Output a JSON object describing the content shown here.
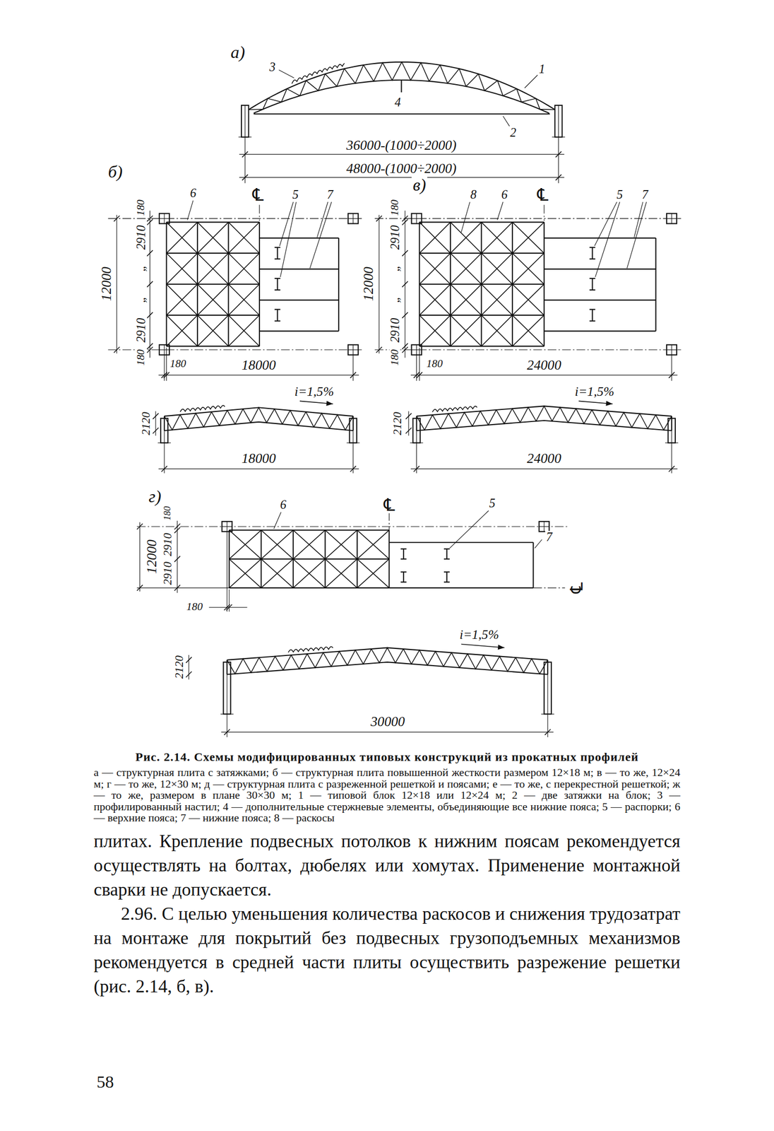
{
  "diagram": {
    "caption": "Рис. 2.14. Схемы модифицированных типовых конструкций из прокатных профилей",
    "labels": [
      "а)",
      "3",
      "1",
      "4",
      "2",
      "36000-(1000÷2000)",
      "48000-(1000÷2000)",
      "б)",
      "6",
      "℄",
      "5",
      "7",
      "180",
      "2910",
      "„",
      "„",
      "2910",
      "180",
      "12000",
      "180",
      "18000",
      "i=1,5%",
      "2120",
      "18000",
      "в)",
      "8",
      "6",
      "℄",
      "5",
      "7",
      "180",
      "2910",
      "„",
      "„",
      "2910",
      "180",
      "12000",
      "180",
      "24000",
      "i=1,5%",
      "2120",
      "24000",
      "г)",
      "180",
      "2910",
      "2910",
      "12000",
      "6",
      "℄",
      "5",
      "7",
      "℄",
      "180",
      "i=1,5%",
      "2120",
      "30000",
      "а — структурная плита с затяжками; б — структурная плита повышенной жесткости размером 12×18 м; в — то же, 12×24 м; г — то же, 12×30 м; д — структурная плита с разреженной решеткой и поясами; е — то же, с перекрестной решеткой; ж — то же, размером в плане 30×30 м; 1 — типовой блок 12×18 или 12×24 м; 2 — две затяжки на блок; 3 — профилированный настил; 4 — дополнительные стержневые элементы, объединяющие все нижние пояса; 5 — распорки; 6 — верхние пояса; 7 — нижние пояса; 8 — раскосы",
      "плитах. Крепление подвесных потолков к нижним поясам рекомендуется осуществлять на болтах, дюбелях или хомутах. Применение монтажной сварки не допускается.",
      "2.96. С целью уменьшения количества раскосов и снижения трудозатрат на монтаже для покрытий без подвесных грузоподъемных механизмов рекомендуется в средней части плиты осуществить разрежение решетки (рис. 2.14, б, в).",
      "58"
    ]
  }
}
